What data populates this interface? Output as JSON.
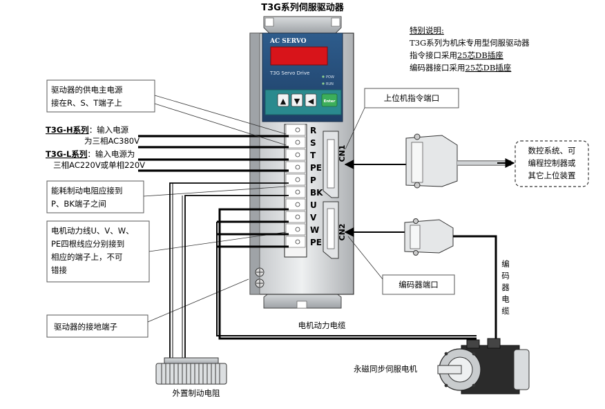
{
  "title": "T3G系列伺服驱动器",
  "note": {
    "heading": "特别说明:",
    "line1": "T3G系列为机床专用型伺服驱动器",
    "line2_prefix": "指令接口采用",
    "line2_underlined": "25芯DB插座",
    "line3_prefix": "编码器接口采用",
    "line3_underlined": "25芯DB插座"
  },
  "drive": {
    "brand": "AC SERVO",
    "model": "T3G Servo Drive",
    "led1": "POW",
    "led2": "RUN",
    "keys": {
      "up": "▲",
      "down": "▼",
      "left": "◀",
      "enter": "Enter"
    },
    "terminals": [
      "R",
      "S",
      "T",
      "PE",
      "P",
      "BK",
      "U",
      "V",
      "W",
      "PE"
    ],
    "cn1": "CN1",
    "cn2": "CN2"
  },
  "callouts": {
    "power_supply": [
      "驱动器的供电主电源",
      "接在R、S、T端子上"
    ],
    "brake_resistor": [
      "能耗制动电阻应接到",
      "P、BK端子之间"
    ],
    "motor_wiring": [
      "电机动力线U、V、W、",
      "PE四根线应分别接到",
      "相应的端子上，不可",
      "错接"
    ],
    "ground_terminal": "驱动器的接地端子",
    "host_port": "上位机指令端口",
    "encoder_port": "编码器端口",
    "host_device": [
      "数控系统、可",
      "编程控制器或",
      "其它上位装置"
    ]
  },
  "series": {
    "h_label": "T3G-H系列",
    "h_text1": "：输入电源",
    "h_text2": "为三相AC380V",
    "l_label": "T3G-L系列",
    "l_text1": "：输入电源为",
    "l_text2": "三相AC220V或单相220V"
  },
  "labels": {
    "motor_cable": "电机动力电缆",
    "encoder_cable": [
      "编",
      "码",
      "器",
      "电",
      "缆"
    ],
    "external_resistor": "外置制动电阻",
    "motor": "永磁同步伺服电机"
  }
}
